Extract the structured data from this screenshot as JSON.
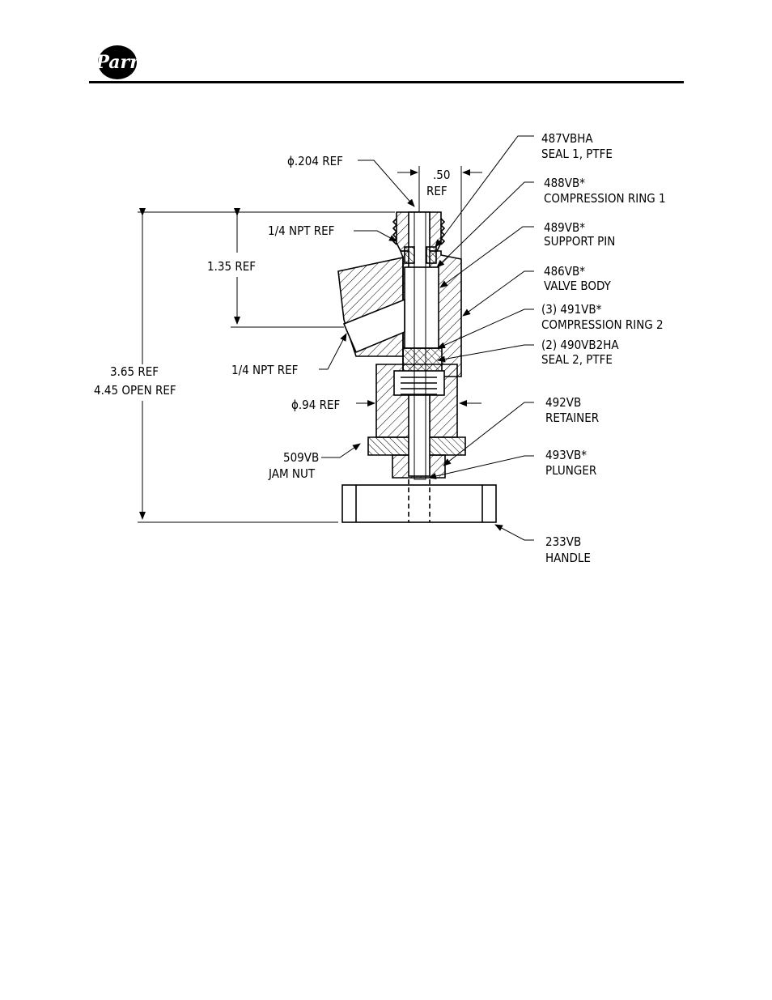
{
  "header": {
    "brand": "Parr"
  },
  "labels": {
    "dia_204": "ϕ.204 REF",
    "dim_50_a": ".50",
    "dim_50_b": "REF",
    "npt_top": "1/4 NPT REF",
    "dim_135": "1.35 REF",
    "dim_365": "3.65 REF",
    "dim_445": "4.45 OPEN REF",
    "npt_bottom": "1/4 NPT REF",
    "dia_94": "ϕ.94 REF",
    "jam_nut_pn": "509VB",
    "jam_nut_name": "JAM NUT"
  },
  "callouts": [
    {
      "pn": "487VBHA",
      "name": "SEAL 1, PTFE"
    },
    {
      "pn": "488VB*",
      "name": "COMPRESSION RING 1"
    },
    {
      "pn": "489VB*",
      "name": "SUPPORT PIN"
    },
    {
      "pn": "486VB*",
      "name": "VALVE BODY"
    },
    {
      "pn": "(3) 491VB*",
      "name": "COMPRESSION RING 2"
    },
    {
      "pn": "(2) 490VB2HA",
      "name": "SEAL 2, PTFE"
    },
    {
      "pn": "492VB",
      "name": "RETAINER"
    },
    {
      "pn": "493VB*",
      "name": "PLUNGER"
    },
    {
      "pn": "233VB",
      "name": "HANDLE"
    }
  ]
}
